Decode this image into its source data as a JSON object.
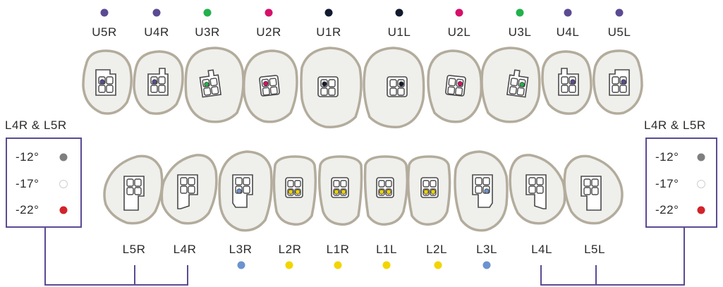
{
  "colors": {
    "purple": "#5b4a93",
    "green": "#22b14c",
    "magenta": "#d6106b",
    "black": "#111a2e",
    "blue": "#6b93cf",
    "yellow": "#f2d500",
    "gray": "#7f7f7f",
    "red": "#d2232a",
    "white": "#ffffff"
  },
  "upper_teeth": [
    {
      "label": "U5R",
      "color": "#5b4a93"
    },
    {
      "label": "U4R",
      "color": "#5b4a93"
    },
    {
      "label": "U3R",
      "color": "#22b14c"
    },
    {
      "label": "U2R",
      "color": "#d6106b"
    },
    {
      "label": "U1R",
      "color": "#111a2e"
    },
    {
      "label": "U1L",
      "color": "#111a2e"
    },
    {
      "label": "U2L",
      "color": "#d6106b"
    },
    {
      "label": "U3L",
      "color": "#22b14c"
    },
    {
      "label": "U4L",
      "color": "#5b4a93"
    },
    {
      "label": "U5L",
      "color": "#5b4a93"
    }
  ],
  "lower_teeth": [
    {
      "label": "L5R",
      "color": null
    },
    {
      "label": "L4R",
      "color": null
    },
    {
      "label": "L3R",
      "color": "#6b93cf"
    },
    {
      "label": "L2R",
      "color": "#f2d500"
    },
    {
      "label": "L1R",
      "color": "#f2d500"
    },
    {
      "label": "L1L",
      "color": "#f2d500"
    },
    {
      "label": "L2L",
      "color": "#f2d500"
    },
    {
      "label": "L3L",
      "color": "#6b93cf"
    },
    {
      "label": "L4L",
      "color": null
    },
    {
      "label": "L5L",
      "color": null
    }
  ],
  "torque_legend_left": {
    "title": "L4R & L5R",
    "options": [
      {
        "label": "-12°",
        "color": "#7f7f7f"
      },
      {
        "label": "-17°",
        "color": "#ffffff"
      },
      {
        "label": "-22°",
        "color": "#d2232a"
      }
    ]
  },
  "torque_legend_right": {
    "title": "L4R & L5R",
    "options": [
      {
        "label": "-12°",
        "color": "#7f7f7f"
      },
      {
        "label": "-17°",
        "color": "#ffffff"
      },
      {
        "label": "-22°",
        "color": "#d2232a"
      }
    ]
  }
}
